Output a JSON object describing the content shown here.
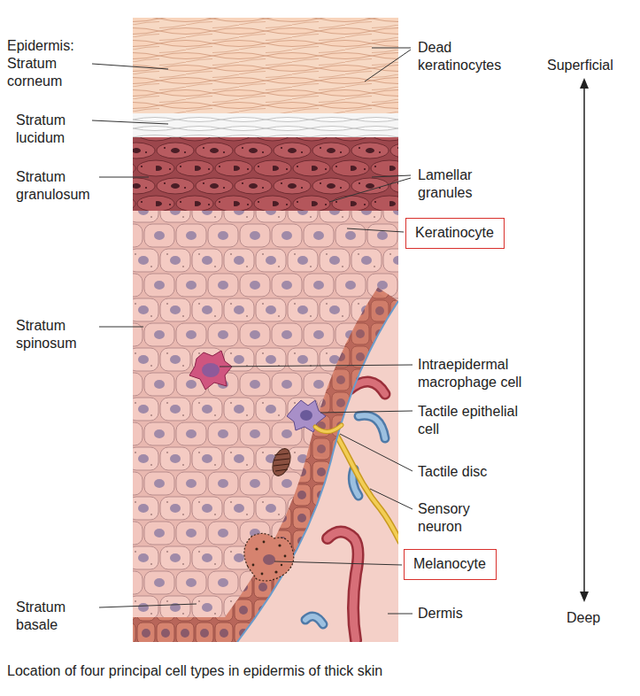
{
  "diagram": {
    "caption": "Location of four principal cell types in epidermis of thick skin",
    "nodes": [
      {
        "text": [
          "Keratinocyte"
        ]
      },
      {
        "text": [
          "Melanocyte"
        ]
      }
    ],
    "labels": [
      "Epidermis: Stratum corneum",
      "Stratum lucidum",
      "Stratum granulosum",
      "Stratum spinosum",
      "Stratum basale",
      "Dead keratinocytes",
      "Superficial",
      "Lamellar granules",
      "Intraepidermal macrophage cell",
      "Tactile epithelial cell",
      "Tactile disc",
      "Sensory neuron",
      "Dermis",
      "Deep"
    ]
  }
}
